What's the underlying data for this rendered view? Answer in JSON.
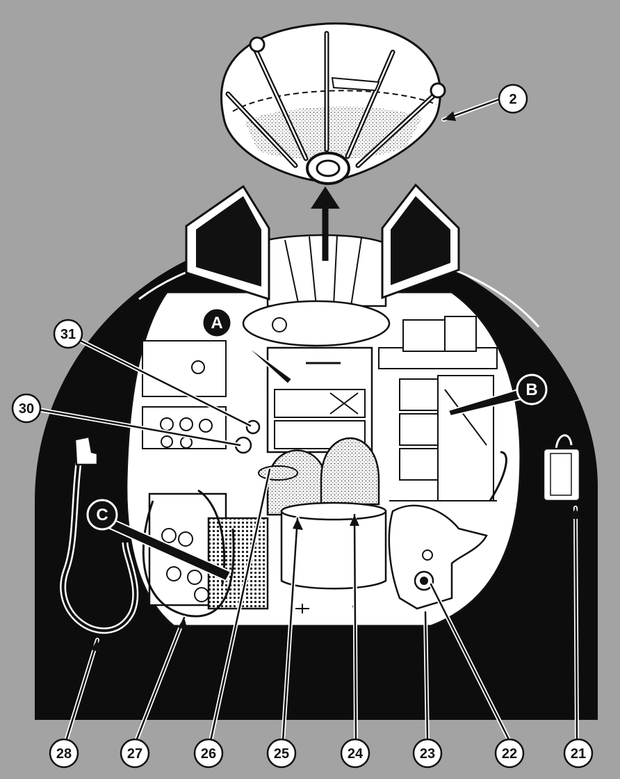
{
  "colors": {
    "background": "#a3a3a3",
    "ink": "#111111",
    "paper": "#ffffff",
    "hull": "#0d0d0d"
  },
  "callouts": {
    "c2": "2",
    "c21": "21",
    "c22": "22",
    "c23": "23",
    "c24": "24",
    "c25": "25",
    "c26": "26",
    "c27": "27",
    "c28": "28",
    "c30": "30",
    "c31": "31"
  },
  "letters": {
    "a": "A",
    "b": "B",
    "c": "C"
  }
}
